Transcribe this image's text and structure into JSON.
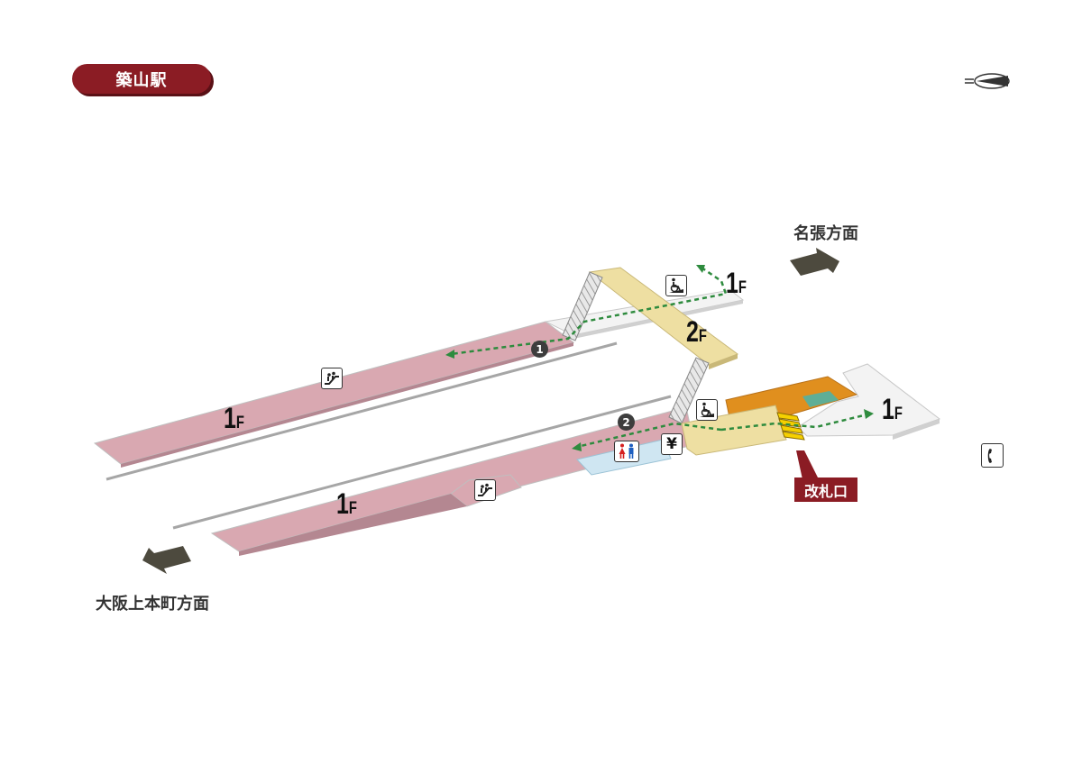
{
  "station": {
    "name": "築山駅"
  },
  "directions": {
    "up": "名張方面",
    "down": "大阪上本町方面"
  },
  "floors": [
    {
      "id": "platform-north-west",
      "number": "1",
      "unit": "F"
    },
    {
      "id": "platform-south-west",
      "number": "1",
      "unit": "F"
    },
    {
      "id": "concourse",
      "number": "2",
      "unit": "F"
    },
    {
      "id": "platform-north-east",
      "number": "1",
      "unit": "F"
    },
    {
      "id": "station-exit",
      "number": "1",
      "unit": "F"
    }
  ],
  "exits": [
    "1",
    "2"
  ],
  "ticket_gate": "改札口",
  "facilities": {
    "yen_symbol": "¥",
    "icons": [
      "escalator-icon",
      "wheelchair-ramp-icon",
      "restroom-icon",
      "payphone-icon",
      "ticket-machine-icon",
      "compass-icon"
    ]
  },
  "colors": {
    "platform": "#d9a8b1",
    "concourse": "#eedfa2",
    "ground": "#f3f3f3",
    "gate_area": "#e08f1e",
    "route": "#2e8b3e",
    "arrow": "#4d4a3e",
    "badge": "#8b1c24"
  }
}
